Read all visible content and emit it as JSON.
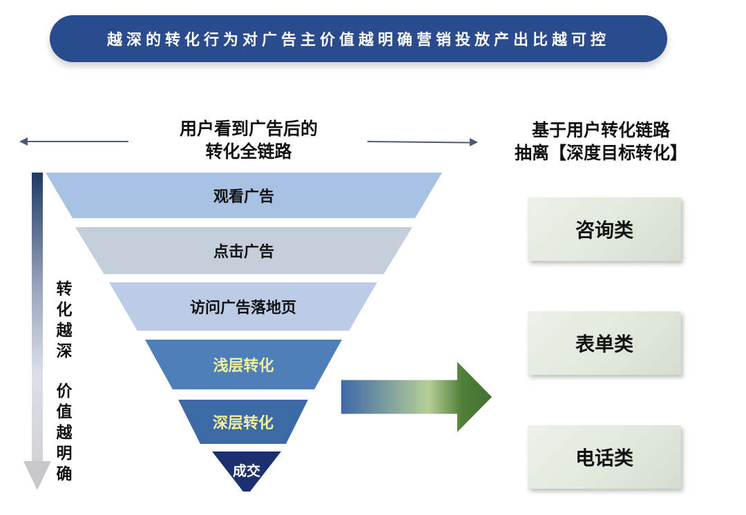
{
  "banner": {
    "text": "越深的转化行为对广告主价值越明确营销投放产出比越可控"
  },
  "left_heading": {
    "line1": "用户看到广告后的",
    "line2": "转化全链路"
  },
  "right_heading": {
    "line1": "基于用户转化链路",
    "line2": "抽离【深度目标转化】"
  },
  "vertical_label": {
    "part1": "转化越深",
    "part2": "价值越明确"
  },
  "funnel": [
    {
      "label": "观看广告"
    },
    {
      "label": "点击广告"
    },
    {
      "label": "访问广告落地页"
    },
    {
      "label": "浅层转化"
    },
    {
      "label": "深层转化"
    },
    {
      "label": "成交"
    }
  ],
  "categories": [
    {
      "label": "咨询类"
    },
    {
      "label": "表单类"
    },
    {
      "label": "电话类"
    }
  ],
  "colors": {
    "banner_bg": "#2a4b8e",
    "highlight_text": "#f3f19a",
    "arrow_green": "#4f7f39"
  }
}
